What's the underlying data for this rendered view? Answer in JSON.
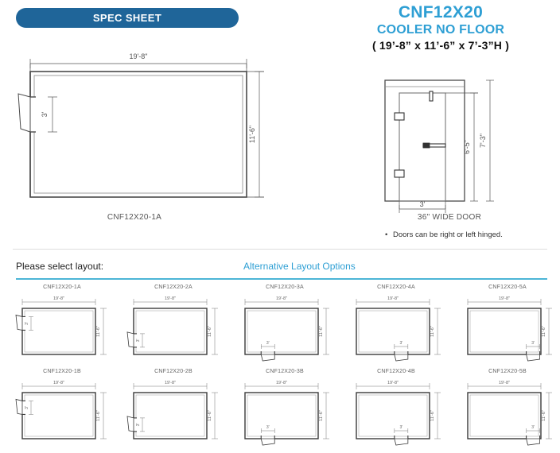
{
  "header": {
    "spec_sheet_label": "SPEC SHEET",
    "model": "CNF12X20",
    "product_name": "COOLER NO FLOOR",
    "dimensions_text": "( 19’-8” x 11’-6” x 7’-3”H )",
    "accent_pill_color": "#1f6599",
    "accent_title_color": "#2e9fd4"
  },
  "main_plan": {
    "caption": "CNF12X20-1A",
    "width_dim": "19'-8\"",
    "depth_dim": "11'-6\"",
    "door_dim": "3'"
  },
  "elevation": {
    "caption": "36\" WIDE DOOR",
    "door_width_dim": "3'",
    "door_height_dim": "6'-5\"",
    "unit_height_dim": "7'-3\"",
    "note": "Doors can be right or left hinged."
  },
  "layout_section": {
    "select_label": "Please select layout:",
    "alternative_label": "Alternative Layout Options",
    "divider_color": "#4cb5d6"
  },
  "thumbnails": {
    "width_dim": "19'-8\"",
    "depth_dim": "11'-6\"",
    "door_dim": "3'",
    "rows": [
      [
        {
          "label": "CNF12X20-1A",
          "door_side": "left",
          "door_pos": 0.18
        },
        {
          "label": "CNF12X20-2A",
          "door_side": "left",
          "door_pos": 0.55
        },
        {
          "label": "CNF12X20-3A",
          "door_side": "bottom",
          "door_pos": 0.22
        },
        {
          "label": "CNF12X20-4A",
          "door_side": "bottom",
          "door_pos": 0.52
        },
        {
          "label": "CNF12X20-5A",
          "door_side": "bottom",
          "door_pos": 0.8
        }
      ],
      [
        {
          "label": "CNF12X20-1B",
          "door_side": "left",
          "door_pos": 0.18
        },
        {
          "label": "CNF12X20-2B",
          "door_side": "left",
          "door_pos": 0.55
        },
        {
          "label": "CNF12X20-3B",
          "door_side": "bottom",
          "door_pos": 0.22
        },
        {
          "label": "CNF12X20-4B",
          "door_side": "bottom",
          "door_pos": 0.52
        },
        {
          "label": "CNF12X20-5B",
          "door_side": "bottom",
          "door_pos": 0.8
        }
      ]
    ]
  }
}
